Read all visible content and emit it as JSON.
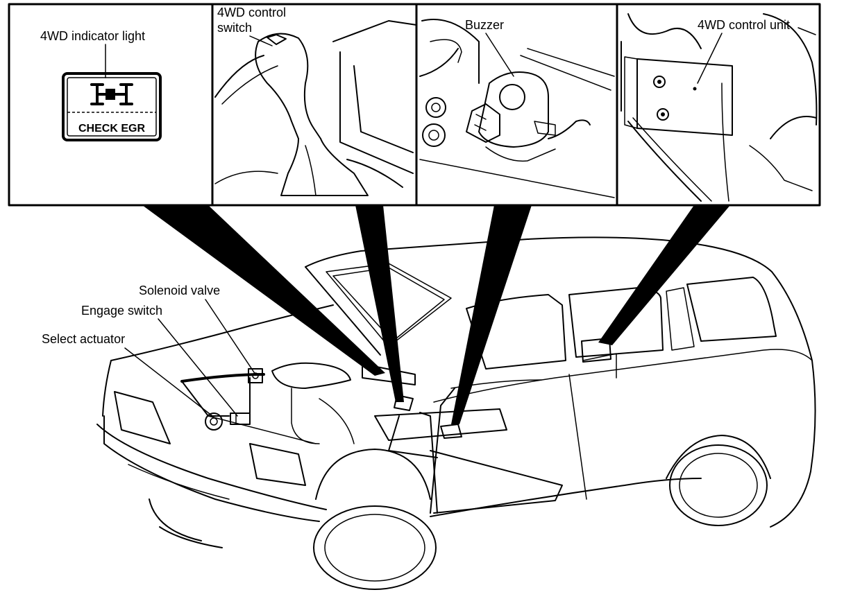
{
  "panels": {
    "indicator": {
      "label": "4WD indicator light",
      "badge_text": "CHECK EGR"
    },
    "control_switch": {
      "label_line1": "4WD control",
      "label_line2": "switch"
    },
    "buzzer": {
      "label": "Buzzer"
    },
    "control_unit": {
      "label": "4WD control unit"
    }
  },
  "vehicle_labels": {
    "solenoid_valve": "Solenoid valve",
    "engage_switch": "Engage switch",
    "select_actuator": "Select actuator"
  }
}
